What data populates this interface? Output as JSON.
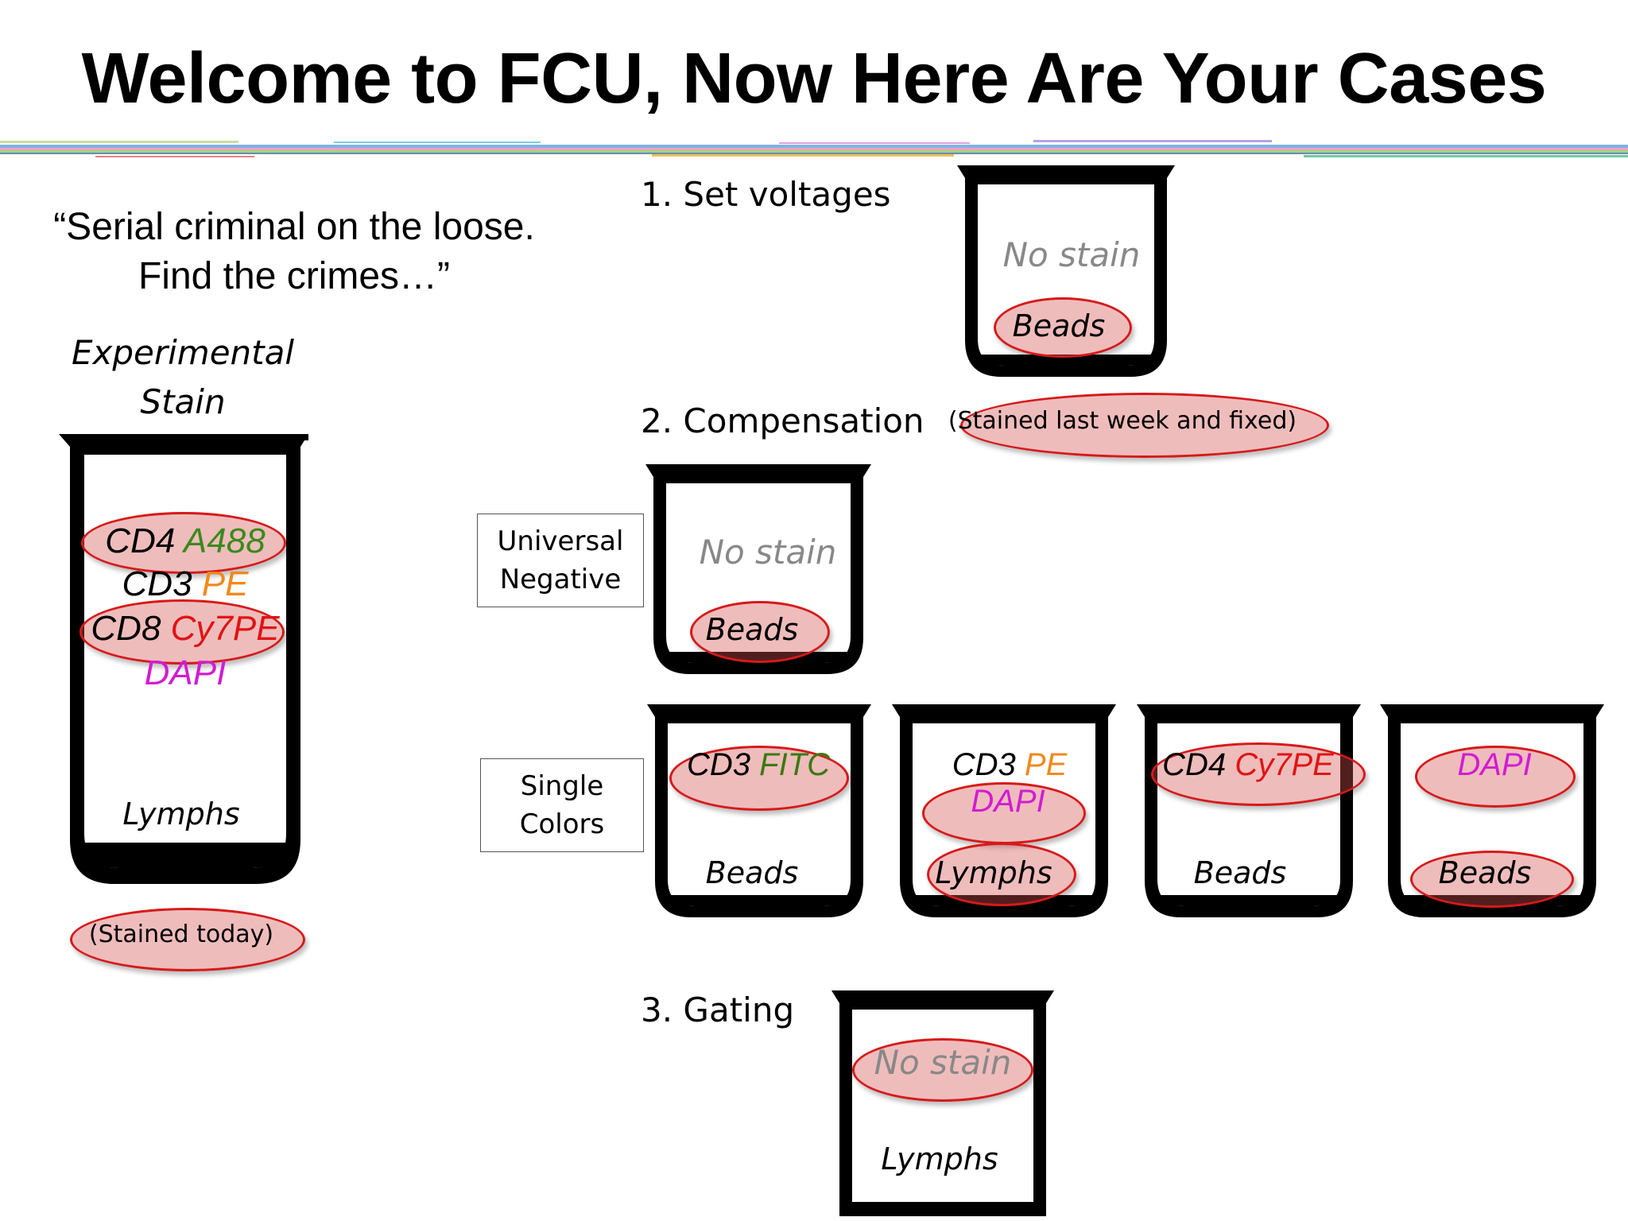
{
  "title": "Welcome to FCU, Now Here Are Your Cases",
  "quote": {
    "line1": "“Serial criminal on the loose.",
    "line2": "Find the crimes…”"
  },
  "experimental": {
    "heading_line1": "Experimental",
    "heading_line2": "Stain",
    "markers": [
      {
        "antigen": "CD4",
        "fluor": "A488",
        "fluor_color": "#3a8a1a"
      },
      {
        "antigen": "CD3",
        "fluor": "PE",
        "fluor_color": "#f08a1c"
      },
      {
        "antigen": "CD8",
        "fluor": "Cy7PE",
        "fluor_color": "#e01414"
      },
      {
        "antigen": "",
        "fluor": "DAPI",
        "fluor_color": "#d21cd2"
      }
    ],
    "sample": "Lymphs",
    "note": "(Stained today)"
  },
  "steps": [
    {
      "label": "1.   Set voltages"
    },
    {
      "label": "2. Compensation"
    },
    {
      "label": "3. Gating"
    }
  ],
  "voltage_tube": {
    "stain": "No stain",
    "sample": "Beads",
    "note": "(Stained last week and fixed)"
  },
  "universal_negative": {
    "box_line1": "Universal",
    "box_line2": "Negative",
    "stain": "No stain",
    "sample": "Beads"
  },
  "single_colors": {
    "box_line1": "Single",
    "box_line2": "Colors",
    "tubes": [
      {
        "antigen": "CD3",
        "fluor": "FITC",
        "fluor_color": "#3a7a10",
        "sample": "Beads"
      },
      {
        "antigen": "CD3",
        "fluor": "PE",
        "fluor_color": "#f08a1c",
        "extra": "DAPI",
        "extra_color": "#d21cd2",
        "sample": "Lymphs"
      },
      {
        "antigen": "CD4",
        "fluor": "Cy7PE",
        "fluor_color": "#e01414",
        "sample": "Beads"
      },
      {
        "antigen": "",
        "fluor": "DAPI",
        "fluor_color": "#d21cd2",
        "sample": "Beads"
      }
    ]
  },
  "gating_tube": {
    "stain": "No stain",
    "sample": "Lymphs"
  },
  "colors": {
    "highlight_oval_border": "#d61a1a",
    "highlight_oval_fill": "#d45050",
    "tube_outline": "#000000",
    "stain_grey": "#888888"
  }
}
